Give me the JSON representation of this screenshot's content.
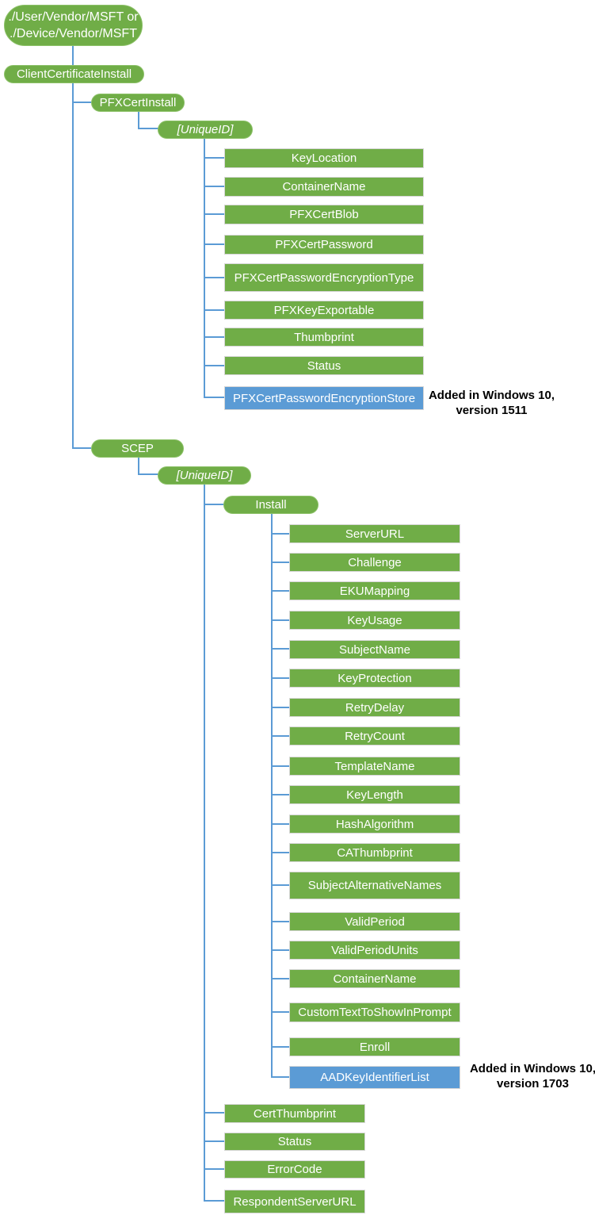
{
  "colors": {
    "node_green": "#70AD47",
    "node_blue": "#5B9BD5",
    "connector_blue": "#5B9BD5",
    "box_border_gray": "#D6D6D6",
    "node_text": "#FFFFFF",
    "annotation_text": "#000000"
  },
  "diagram": {
    "root": {
      "line1": "./User/Vendor/MSFT or",
      "line2": "./Device/Vendor/MSFT"
    },
    "nodes": {
      "clientCertificateInstall": "ClientCertificateInstall",
      "pfxCertInstall": "PFXCertInstall",
      "pfxUniqueId": "[UniqueID]",
      "scep": "SCEP",
      "scepUniqueId": "[UniqueID]",
      "install": "Install"
    },
    "pfxChildren": [
      {
        "label": "KeyLocation",
        "highlighted": false
      },
      {
        "label": "ContainerName",
        "highlighted": false
      },
      {
        "label": "PFXCertBlob",
        "highlighted": false
      },
      {
        "label": "PFXCertPassword",
        "highlighted": false
      },
      {
        "label": "PFXCertPasswordEncryptionType",
        "highlighted": false
      },
      {
        "label": "PFXKeyExportable",
        "highlighted": false
      },
      {
        "label": "Thumbprint",
        "highlighted": false
      },
      {
        "label": "Status",
        "highlighted": false
      },
      {
        "label": "PFXCertPasswordEncryptionStore",
        "highlighted": true
      }
    ],
    "installChildren": [
      {
        "label": "ServerURL",
        "highlighted": false
      },
      {
        "label": "Challenge",
        "highlighted": false
      },
      {
        "label": "EKUMapping",
        "highlighted": false
      },
      {
        "label": "KeyUsage",
        "highlighted": false
      },
      {
        "label": "SubjectName",
        "highlighted": false
      },
      {
        "label": "KeyProtection",
        "highlighted": false
      },
      {
        "label": "RetryDelay",
        "highlighted": false
      },
      {
        "label": "RetryCount",
        "highlighted": false
      },
      {
        "label": "TemplateName",
        "highlighted": false
      },
      {
        "label": "KeyLength",
        "highlighted": false
      },
      {
        "label": "HashAlgorithm",
        "highlighted": false
      },
      {
        "label": "CAThumbprint",
        "highlighted": false
      },
      {
        "label": "SubjectAlternativeNames",
        "highlighted": false
      },
      {
        "label": "ValidPeriod",
        "highlighted": false
      },
      {
        "label": "ValidPeriodUnits",
        "highlighted": false
      },
      {
        "label": "ContainerName",
        "highlighted": false
      },
      {
        "label": "CustomTextToShowInPrompt",
        "highlighted": false
      },
      {
        "label": "Enroll",
        "highlighted": false
      },
      {
        "label": "AADKeyIdentifierList",
        "highlighted": true
      }
    ],
    "scepChildren": [
      {
        "label": "CertThumbprint",
        "highlighted": false
      },
      {
        "label": "Status",
        "highlighted": false
      },
      {
        "label": "ErrorCode",
        "highlighted": false
      },
      {
        "label": "RespondentServerURL",
        "highlighted": false
      }
    ],
    "annotations": [
      {
        "line1": "Added in Windows 10,",
        "line2": "version 1511"
      },
      {
        "line1": "Added in Windows 10,",
        "line2": "version 1703"
      }
    ]
  }
}
